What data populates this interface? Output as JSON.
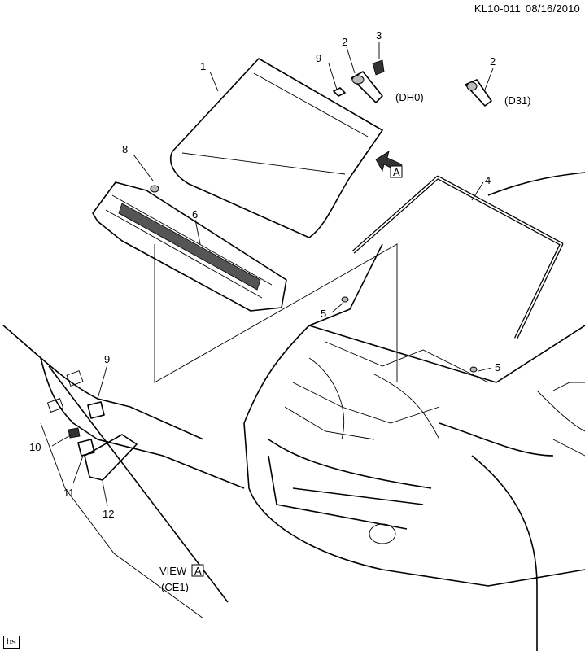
{
  "header": {
    "code": "KL10-011",
    "date": "08/16/2010"
  },
  "callouts": {
    "c1": "1",
    "c2a": "2",
    "c2b": "2",
    "c3": "3",
    "c4": "4",
    "c5a": "5",
    "c5b": "5",
    "c6": "6",
    "c8": "8",
    "c9a": "9",
    "c9b": "9",
    "c10": "10",
    "c11": "11",
    "c12": "12"
  },
  "options": {
    "dh0": "(DH0)",
    "d31": "(D31)",
    "ce1": "(CE1)"
  },
  "view": {
    "label": "VIEW",
    "ref": "A"
  },
  "arrow_ref": "A",
  "stamp": "bs"
}
